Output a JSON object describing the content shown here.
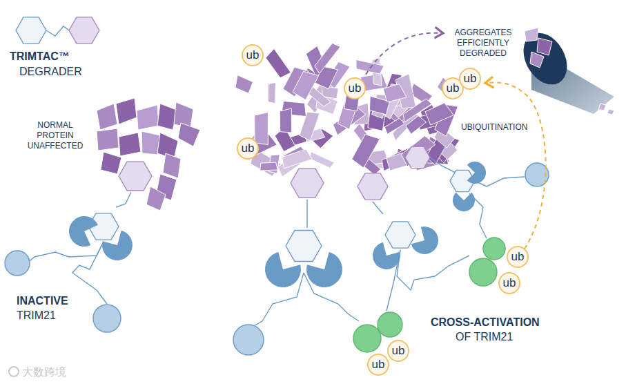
{
  "diagram": {
    "nodes": [
      {
        "text": [
          "ub"
        ]
      },
      {
        "text": [
          "ub"
        ]
      },
      {
        "text": [
          "ub"
        ]
      },
      {
        "text": [
          "ub"
        ]
      },
      {
        "text": [
          "ub"
        ]
      },
      {
        "text": [
          "ub"
        ]
      },
      {
        "text": [
          "ub"
        ]
      },
      {
        "text": [
          "ub"
        ]
      },
      {
        "text": [
          "ub"
        ]
      }
    ],
    "labels": [
      "TRIMTAC™",
      "DEGRADER",
      "NORMAL PROTEIN UNAFFECTED",
      "AGGREGATES EFFICIENTLY DEGRADED",
      "UBIQUITINATION",
      "INACTIVE",
      "TRIM21",
      "CROSS-ACTIVATION",
      "OF TRIM21",
      "大数跨境"
    ]
  }
}
